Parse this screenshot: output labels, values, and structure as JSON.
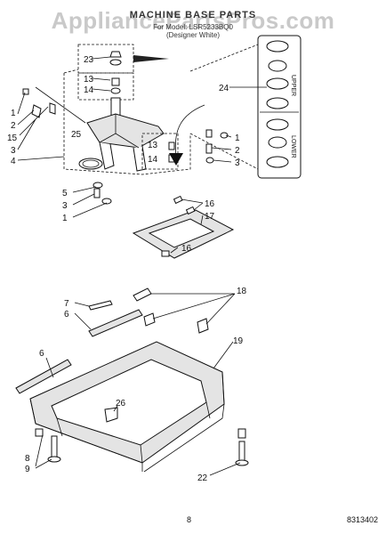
{
  "header": {
    "watermark": "AppliancePartsPros.com",
    "title": "MACHINE BASE PARTS",
    "subtitle1": "For Model: LSR5233BQ0",
    "subtitle2": "(Designer White)"
  },
  "footer": {
    "page": "8",
    "ref": "8313402"
  },
  "callouts": {
    "c23": "23",
    "c13a": "13",
    "c14a": "14",
    "c24": "24",
    "c1a": "1",
    "c2a": "2",
    "c15": "15",
    "c3a": "3",
    "c4": "4",
    "c25": "25",
    "c13b": "13",
    "c14b": "14",
    "c1b": "1",
    "c2b": "2",
    "c3b": "3",
    "c5": "5",
    "c3c": "3",
    "c1c": "1",
    "c16a": "16",
    "c17": "17",
    "c16b": "16",
    "c7": "7",
    "c6a": "6",
    "c18": "18",
    "c19": "19",
    "c6b": "6",
    "c26": "26",
    "c8": "8",
    "c9": "9",
    "c22": "22"
  },
  "side_labels": {
    "upper": "UPPER",
    "lower": "LOWER"
  }
}
